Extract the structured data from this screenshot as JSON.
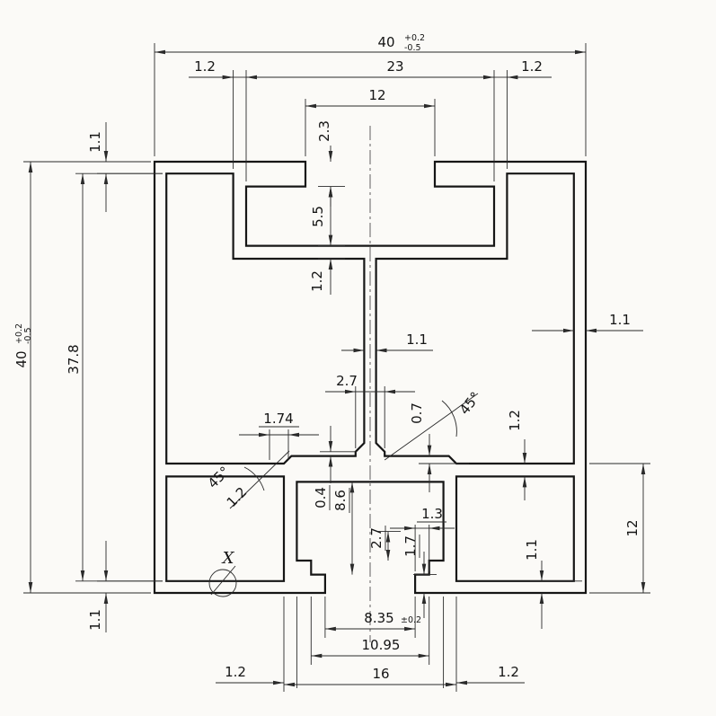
{
  "meta": {
    "line_color": "#161616",
    "dim_color": "#2a2a2a",
    "background": "#fbfaf7"
  },
  "dims": {
    "width_total": "40",
    "width_tol_plus": "+0.2",
    "width_tol_minus": "-0.5",
    "height_total": "40",
    "height_tol_plus": "+0.2",
    "height_tol_minus": "-0.5",
    "top_wall_left": "1.2",
    "top_cavity_width": "23",
    "top_wall_right": "1.2",
    "slot_opening_width": "12",
    "lip_thickness": "2.3",
    "top_cavity_depth": "5.5",
    "top_cavity_floor": "1.2",
    "top_flange_thickness": "1.1",
    "inner_height": "37.8",
    "bottom_flange_left": "1.1",
    "side_wall_right": "1.1",
    "web_thickness": "1.1",
    "boss_width": "2.7",
    "step_width": "1.74",
    "angle_right": "45°",
    "wall_right_bottom": "1.2",
    "step_height": "0.7",
    "angle_left": "45°",
    "chamfer_left": "1.2",
    "boss_height": "0.4",
    "channel_depth": "8.6",
    "seat_depth": "2.7",
    "notch_width": "1.3",
    "lip_height": "1.7",
    "bottom_wall_right": "1.1",
    "bottom_section_height": "12",
    "detail_label": "X",
    "mouth_width": "8.35",
    "mouth_tol": "±0.2",
    "seat_width": "10.95",
    "channel_outer_width": "16",
    "channel_wall_left": "1.2",
    "channel_wall_right": "1.2"
  }
}
